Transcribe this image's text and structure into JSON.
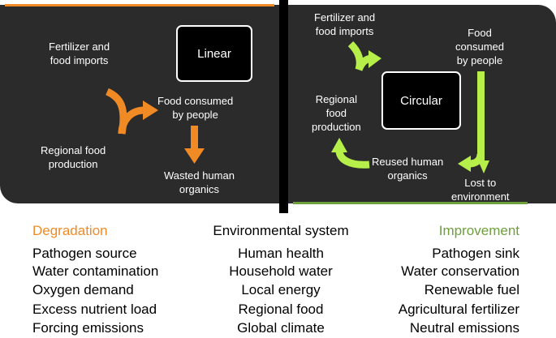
{
  "linear_panel": {
    "box_label": "Linear",
    "fertilizer": "Fertilizer and\nfood imports",
    "regional": "Regional food\nproduction",
    "consumed": "Food consumed\nby people",
    "wasted": "Wasted human\norganics",
    "accent_color": "#f08a24"
  },
  "circular_panel": {
    "box_label": "Circular",
    "fertilizer": "Fertilizer and\nfood imports",
    "consumed": "Food\nconsumed\nby people",
    "regional": "Regional\nfood\nproduction",
    "reused": "Reused human\norganics",
    "lost": "Lost to\nenvironment",
    "accent_color": "#b6ef4a"
  },
  "table": {
    "headers": {
      "degradation": "Degradation",
      "system": "Environmental system",
      "improvement": "Improvement"
    },
    "header_colors": {
      "degradation": "#f08a24",
      "system": "#000000",
      "improvement": "#6e9f3c"
    },
    "rows": [
      {
        "degradation": "Pathogen source",
        "system": "Human health",
        "improvement": "Pathogen sink"
      },
      {
        "degradation": "Water contamination",
        "system": "Household water",
        "improvement": "Water conservation"
      },
      {
        "degradation": "Oxygen demand",
        "system": "Local energy",
        "improvement": "Renewable fuel"
      },
      {
        "degradation": "Excess nutrient load",
        "system": "Regional food",
        "improvement": "Agricultural fertilizer"
      },
      {
        "degradation": "Forcing emissions",
        "system": "Global climate",
        "improvement": "Neutral emissions"
      }
    ]
  }
}
